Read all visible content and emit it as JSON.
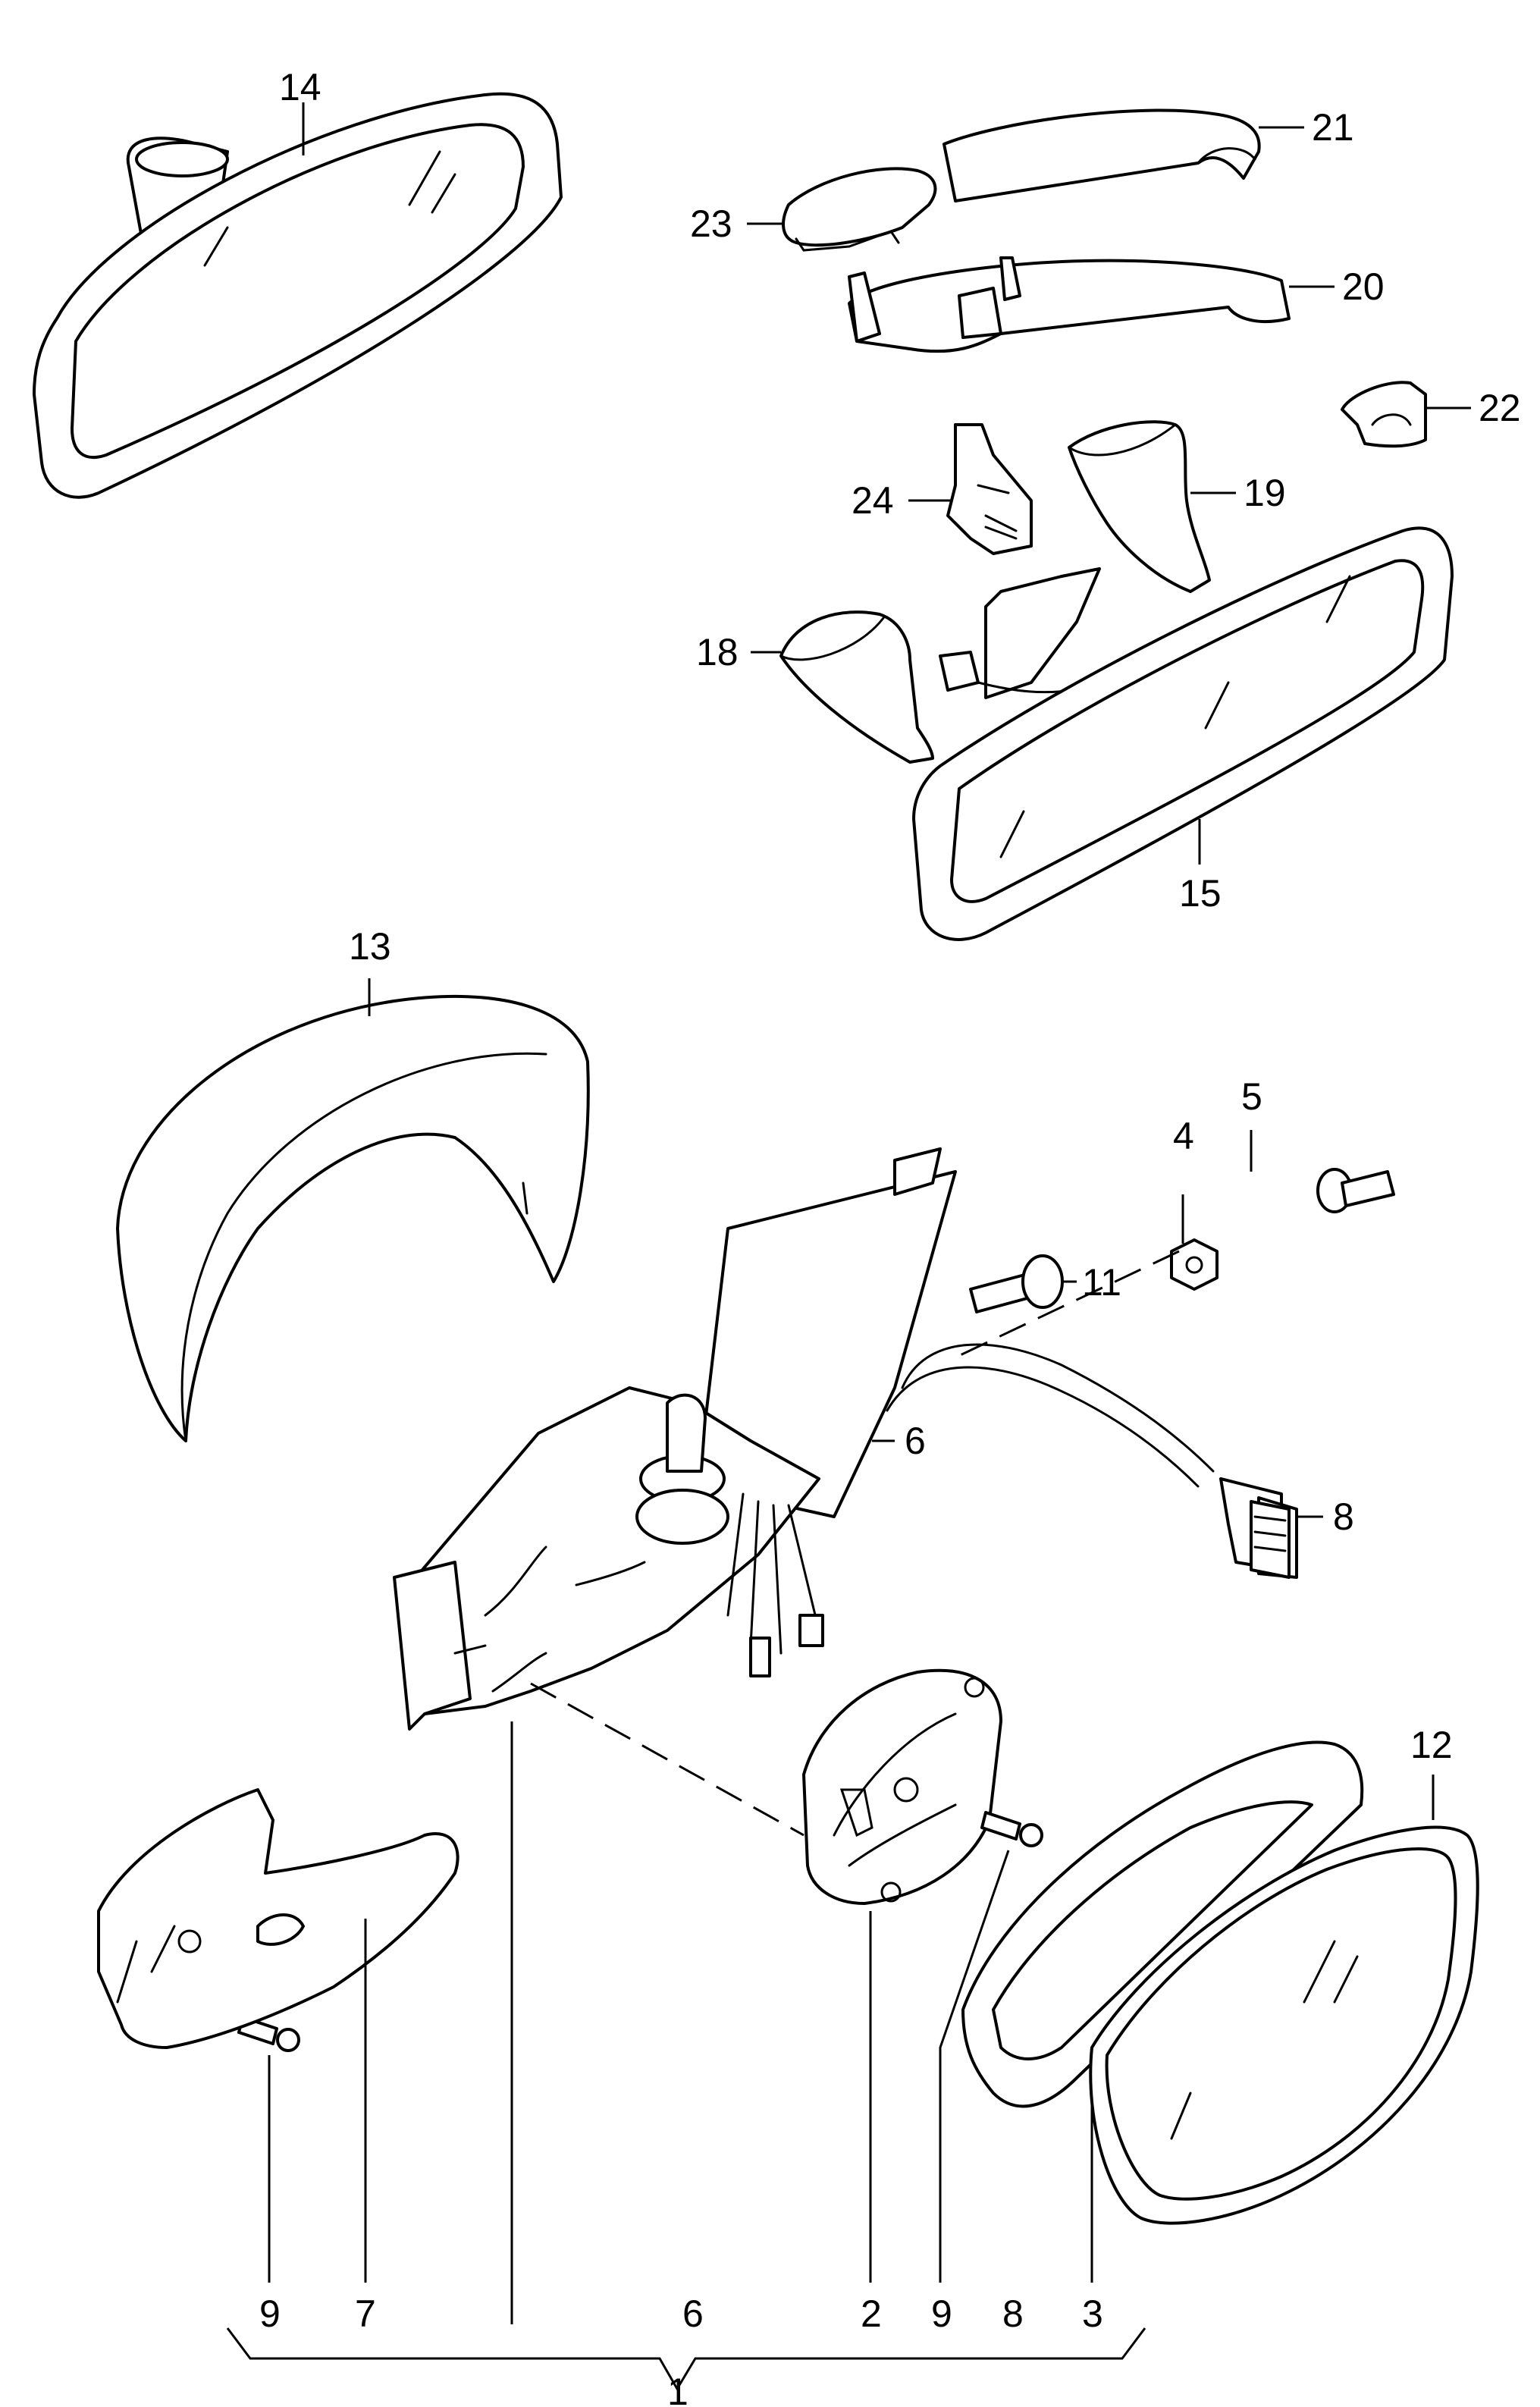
{
  "callouts": {
    "p14": "14",
    "p21": "21",
    "p23": "23",
    "p20": "20",
    "p22": "22",
    "p24": "24",
    "p19": "19",
    "p18": "18",
    "p15": "15",
    "p13": "13",
    "p5": "5",
    "p4": "4",
    "p11": "11",
    "p6": "6",
    "p8": "8",
    "p12": "12",
    "bottom": [
      "9",
      "7",
      "6",
      "2",
      "9",
      "8",
      "3"
    ],
    "p1": "1"
  }
}
